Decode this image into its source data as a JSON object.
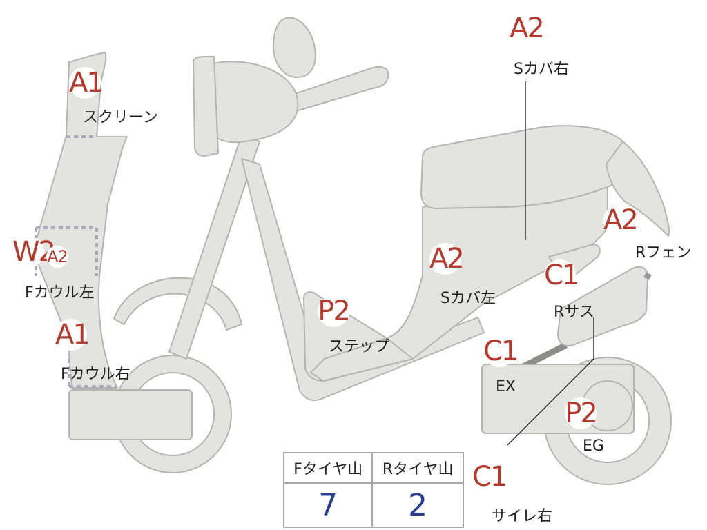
{
  "badges": [
    {
      "code": "A1",
      "label": "スクリーン"
    },
    {
      "code": "W2",
      "label": "Fカウル左"
    },
    {
      "code": "A2",
      "label": ""
    },
    {
      "code": "A1",
      "label": "Fカウル右"
    },
    {
      "code": "P2",
      "label": "ステップ"
    },
    {
      "code": "A2",
      "label": "Sカバ左"
    },
    {
      "code": "A2",
      "label": "Sカバ右"
    },
    {
      "code": "A2",
      "label": "Rフェン"
    },
    {
      "code": "C1",
      "label": "Rサス"
    },
    {
      "code": "C1",
      "label": "EX"
    },
    {
      "code": "P2",
      "label": "EG"
    },
    {
      "code": "C1",
      "label": "サイレ右"
    }
  ],
  "tire_table": {
    "headers": [
      "Fタイヤ山",
      "Rタイヤ山"
    ],
    "values": [
      "7",
      "2"
    ]
  },
  "colors": {
    "body_fill": "#e3e3e0",
    "outline": "#b4b4b0",
    "code_text": "#b23a2e",
    "value_text": "#2b3f8f",
    "dotted_guide": "#a8a8b8"
  }
}
